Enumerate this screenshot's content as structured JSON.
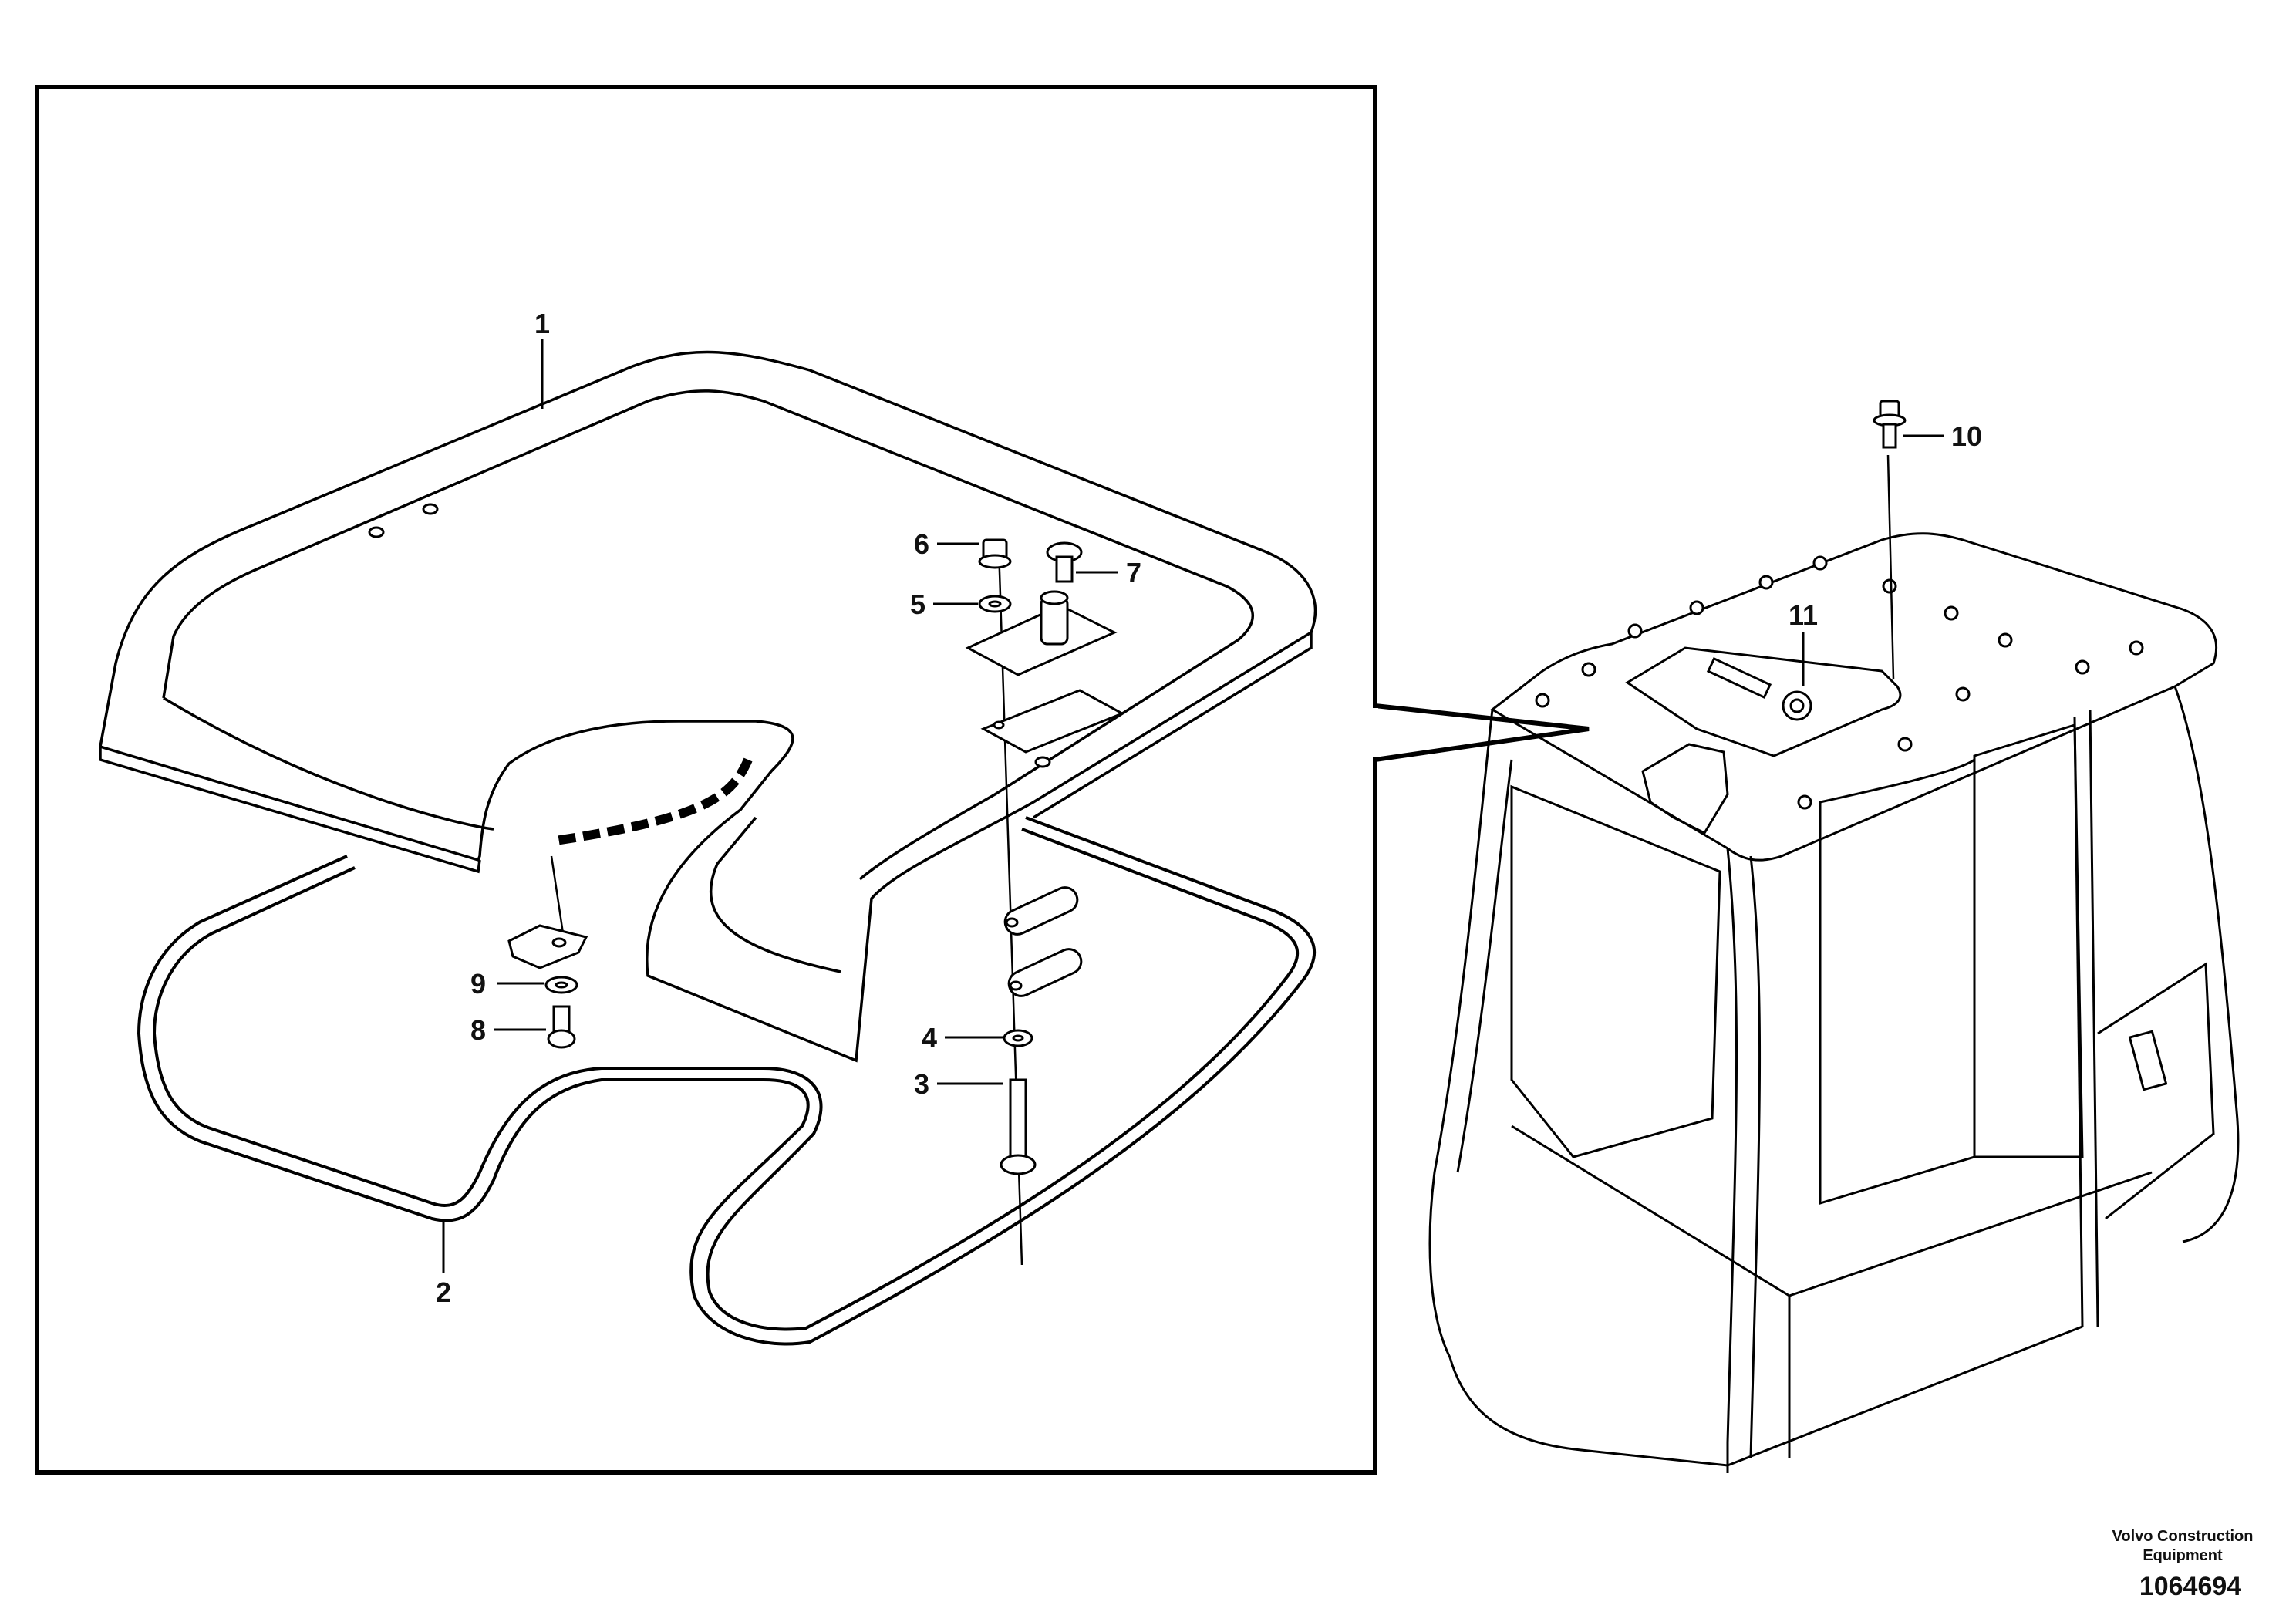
{
  "callouts": {
    "c1": "1",
    "c2": "2",
    "c3": "3",
    "c4": "4",
    "c5": "5",
    "c6": "6",
    "c7": "7",
    "c8": "8",
    "c9": "9",
    "c10": "10",
    "c11": "11"
  },
  "footer": {
    "company": "Volvo Construction Equipment",
    "drawing_number": "1064694"
  }
}
